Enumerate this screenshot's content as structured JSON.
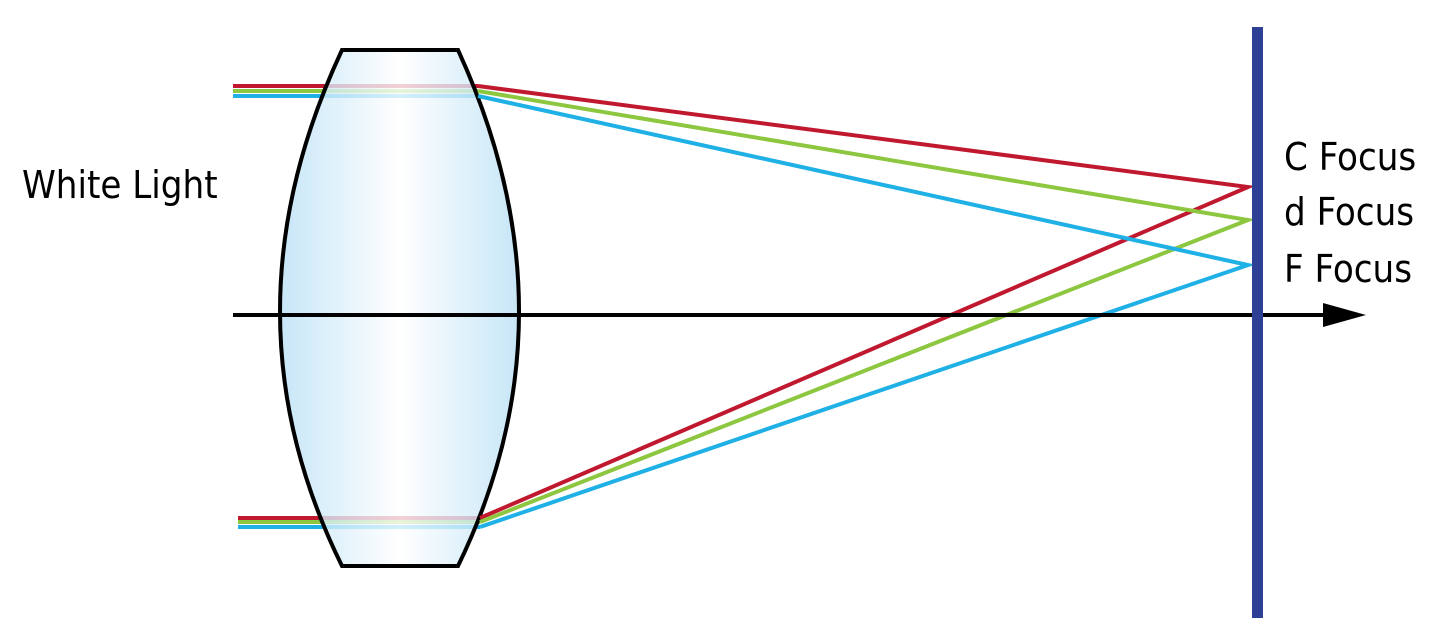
{
  "labels": {
    "source": "White Light",
    "c_focus": "C Focus",
    "d_focus": "d Focus",
    "f_focus": "F Focus"
  },
  "colors": {
    "c_ray": "#c0192f",
    "d_ray": "#8dc63f",
    "f_ray": "#1fb0e6",
    "focal_plane": "#2e3f96",
    "axis": "#000000",
    "lens_fill": "#c9e8f7"
  }
}
